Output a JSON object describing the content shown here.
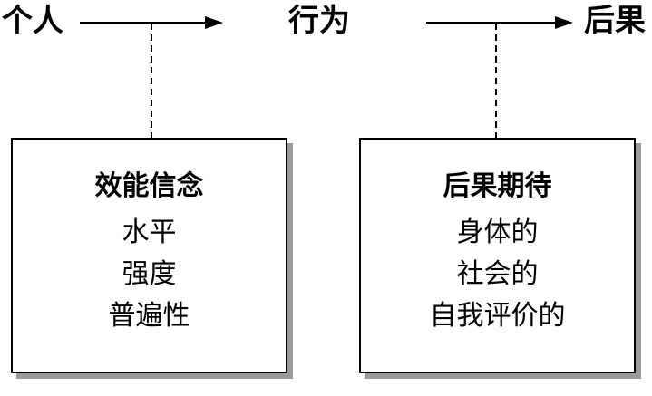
{
  "nodes": {
    "person": "个人",
    "behavior": "行为",
    "outcome": "后果"
  },
  "efficacy_box": {
    "title": "效能信念",
    "items": [
      "水平",
      "强度",
      "普遍性"
    ]
  },
  "outcome_box": {
    "title": "后果期待",
    "items": [
      "身体的",
      "社会的",
      "自我评价的"
    ]
  }
}
